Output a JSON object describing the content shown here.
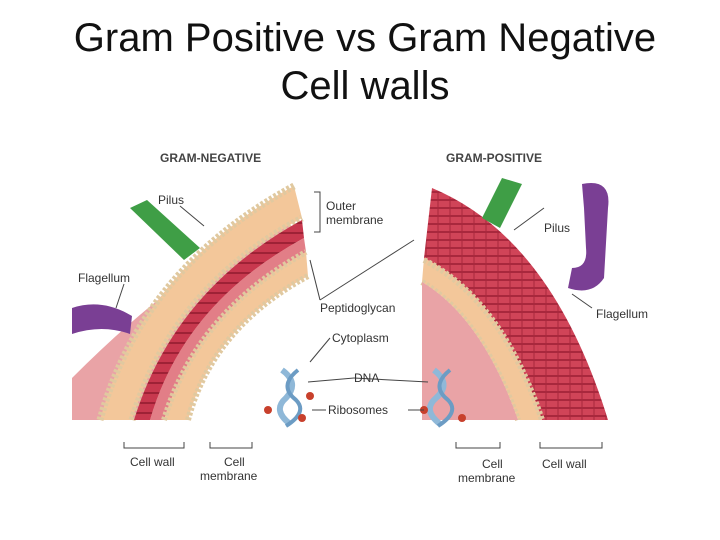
{
  "title": {
    "line1": "Gram Positive vs Gram Negative",
    "line2": "Cell walls"
  },
  "diagram": {
    "gram_negative_heading": "GRAM-NEGATIVE",
    "gram_positive_heading": "GRAM-POSITIVE",
    "labels": {
      "pilus_left": "Pilus",
      "flagellum_left": "Flagellum",
      "outer_membrane_line1": "Outer",
      "outer_membrane_line2": "membrane",
      "peptidoglycan": "Peptidoglycan",
      "cytoplasm": "Cytoplasm",
      "dna": "DNA",
      "ribosomes": "Ribosomes",
      "pilus_right": "Pilus",
      "flagellum_right": "Flagellum",
      "cell_wall_left": "Cell wall",
      "cell_membrane_left_line1": "Cell",
      "cell_membrane_left_line2": "membrane",
      "cell_membrane_right_line1": "Cell",
      "cell_membrane_right_line2": "membrane",
      "cell_wall_right": "Cell wall"
    },
    "colors": {
      "cytoplasm": "#e9a3a6",
      "peptidoglycan": "#c8384e",
      "membrane_head": "#e8d6b0",
      "membrane_tail": "#f3c79a",
      "pilus": "#3f9e46",
      "flagellum": "#7a3f94",
      "dna": "#8fb8d8",
      "ribosome": "#c8402c"
    }
  }
}
